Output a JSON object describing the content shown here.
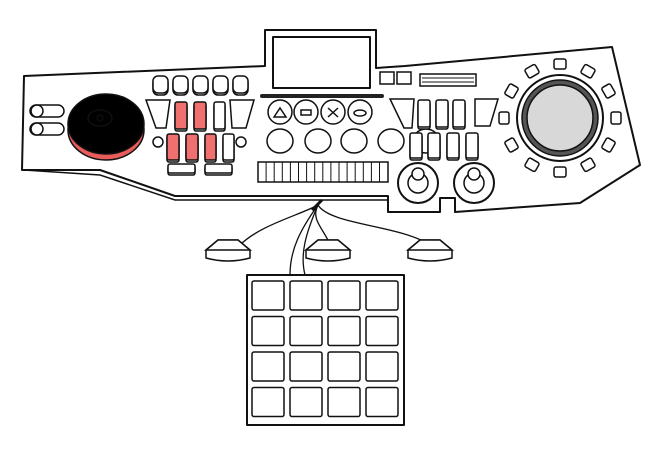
{
  "colors": {
    "accent": "#f07070",
    "outline": "#111111",
    "jog_center": "#d8d8d8",
    "background": "#ffffff"
  },
  "pads": {
    "rows": 4,
    "cols": 4
  },
  "pedals": {
    "count": 3
  }
}
